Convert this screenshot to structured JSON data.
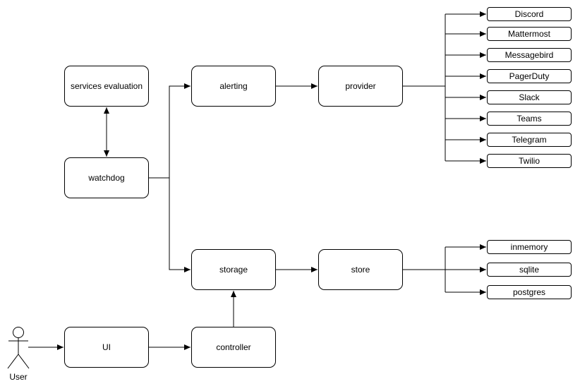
{
  "diagram": {
    "background_color": "#ffffff",
    "stroke_color": "#000000",
    "node_fill_color": "#ffffff",
    "text_color": "#000000",
    "nodes": {
      "services_evaluation": {
        "label": "services evaluation"
      },
      "watchdog": {
        "label": "watchdog"
      },
      "alerting": {
        "label": "alerting"
      },
      "provider": {
        "label": "provider"
      },
      "storage": {
        "label": "storage"
      },
      "store": {
        "label": "store"
      },
      "ui": {
        "label": "UI"
      },
      "controller": {
        "label": "controller"
      }
    },
    "provider_targets": [
      "Discord",
      "Mattermost",
      "Messagebird",
      "PagerDuty",
      "Slack",
      "Teams",
      "Telegram",
      "Twilio"
    ],
    "store_targets": [
      "inmemory",
      "sqlite",
      "postgres"
    ],
    "actor": {
      "label": "User"
    },
    "edges": [
      {
        "from": "watchdog",
        "to": "services evaluation",
        "type": "bidirectional-arrow"
      },
      {
        "from": "watchdog",
        "to": "alerting",
        "type": "arrow"
      },
      {
        "from": "watchdog",
        "to": "storage",
        "type": "arrow"
      },
      {
        "from": "alerting",
        "to": "provider",
        "type": "arrow"
      },
      {
        "from": "provider",
        "to": "Discord",
        "type": "arrow"
      },
      {
        "from": "provider",
        "to": "Mattermost",
        "type": "arrow"
      },
      {
        "from": "provider",
        "to": "Messagebird",
        "type": "arrow"
      },
      {
        "from": "provider",
        "to": "PagerDuty",
        "type": "arrow"
      },
      {
        "from": "provider",
        "to": "Slack",
        "type": "arrow"
      },
      {
        "from": "provider",
        "to": "Teams",
        "type": "arrow"
      },
      {
        "from": "provider",
        "to": "Telegram",
        "type": "arrow"
      },
      {
        "from": "provider",
        "to": "Twilio",
        "type": "arrow"
      },
      {
        "from": "storage",
        "to": "store",
        "type": "arrow"
      },
      {
        "from": "store",
        "to": "inmemory",
        "type": "arrow"
      },
      {
        "from": "store",
        "to": "sqlite",
        "type": "arrow"
      },
      {
        "from": "store",
        "to": "postgres",
        "type": "arrow"
      },
      {
        "from": "controller",
        "to": "storage",
        "type": "arrow"
      },
      {
        "from": "UI",
        "to": "controller",
        "type": "arrow"
      },
      {
        "from": "User",
        "to": "UI",
        "type": "arrow"
      }
    ]
  }
}
